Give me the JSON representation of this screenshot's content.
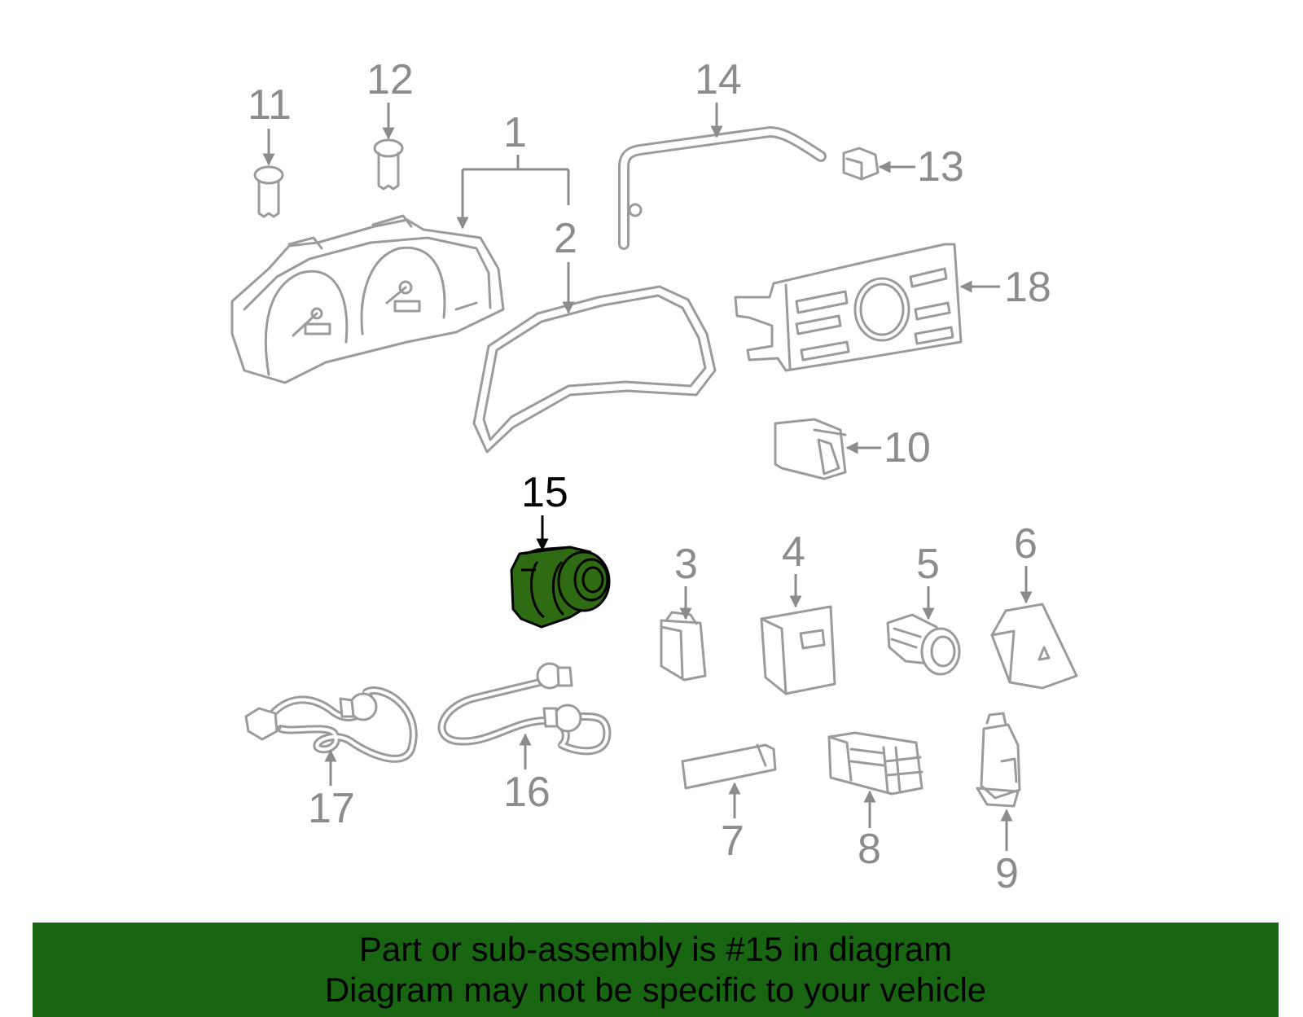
{
  "colors": {
    "part_outline": "#9b9b9b",
    "label": "#8c8c8c",
    "highlight": "#2e6b12",
    "highlight_label": "#000000",
    "banner_bg": "#186612",
    "banner_text": "#000000"
  },
  "diagram": {
    "highlighted_part": "15",
    "callouts": {
      "p1": "1",
      "p2": "2",
      "p3": "3",
      "p4": "4",
      "p5": "5",
      "p6": "6",
      "p7": "7",
      "p8": "8",
      "p9": "9",
      "p10": "10",
      "p11": "11",
      "p12": "12",
      "p13": "13",
      "p14": "14",
      "p15": "15",
      "p16": "16",
      "p17": "17",
      "p18": "18"
    }
  },
  "banner": {
    "line1": "Part or sub-assembly is #15 in diagram",
    "line2": "Diagram may not be specific to your vehicle"
  }
}
